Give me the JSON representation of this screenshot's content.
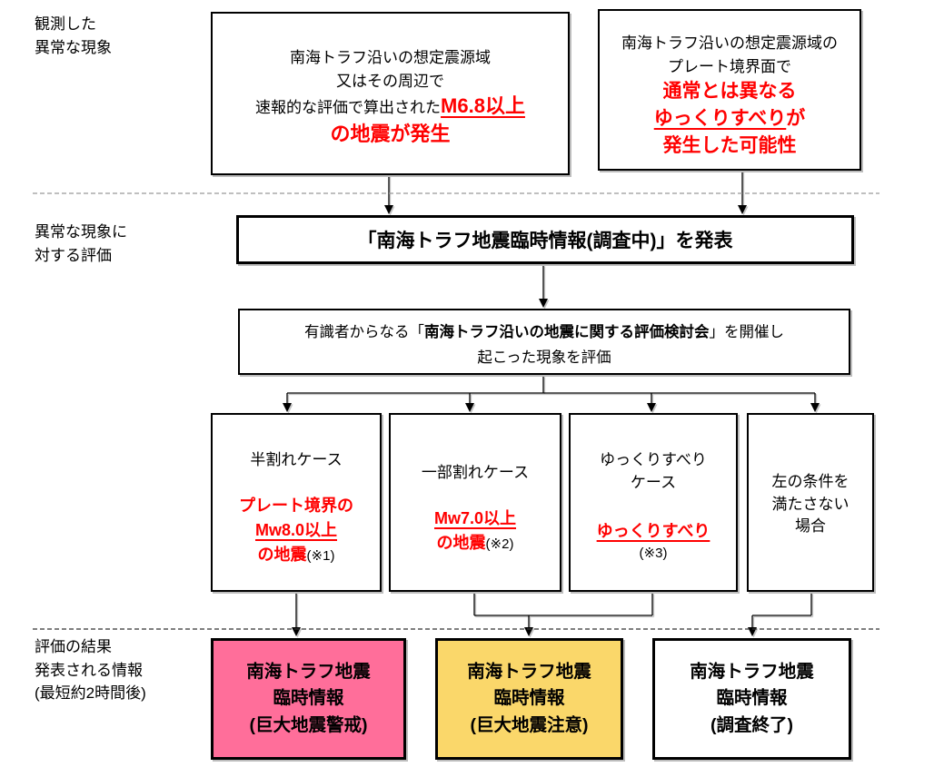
{
  "colors": {
    "red_text": "#FF0000",
    "pink_bg": "#FF6E9A",
    "yellow_bg": "#FAD76A",
    "box_border": "#000000",
    "shadow": "#BDBDBD",
    "dashed_top": "#999999",
    "dashed_bottom": "#333333"
  },
  "row_labels": {
    "observed": [
      "観測した",
      "異常な現象"
    ],
    "evaluation": [
      "異常な現象に",
      "対する評価"
    ],
    "result": [
      "評価の結果",
      "発表される情報",
      "(最短約2時間後)"
    ]
  },
  "observed_boxes": {
    "quake": {
      "line1": "南海トラフ沿いの想定震源域",
      "line2": "又はその周辺で",
      "line3_prefix": "速報的な評価で算出された",
      "line3_highlight": "M6.8以上",
      "line4": "の地震が発生"
    },
    "slowslip": {
      "line1": "南海トラフ沿いの想定震源域の",
      "line2": "プレート境界面で",
      "line3": "通常とは異なる",
      "line4_underlined": "ゆっくりすべり",
      "line4_suffix": "が",
      "line5": "発生した可能性"
    }
  },
  "announcement_box": {
    "text": "「南海トラフ地震臨時情報(調査中)」を発表"
  },
  "committee_box": {
    "line1_prefix": "有識者からなる「",
    "line1_bold": "南海トラフ沿いの地震に関する評価検討会",
    "line1_suffix": "」を開催し",
    "line2": "起こった現象を評価"
  },
  "case_boxes": [
    {
      "title1": "半割れケース",
      "red1": "プレート境界の",
      "red_underlined": "Mw8.0以上",
      "red_tail": "の地震",
      "note": "(※1)"
    },
    {
      "title1": "一部割れケース",
      "red_underlined": "Mw7.0以上",
      "red_tail": "の地震",
      "note": "(※2)"
    },
    {
      "title1": "ゆっくりすべり",
      "title2": "ケース",
      "red_underlined": "ゆっくりすべり",
      "note": "(※3)"
    },
    {
      "title1": "左の条件を",
      "title2": "満たさない",
      "title3": "場合"
    }
  ],
  "result_boxes": [
    {
      "line1": "南海トラフ地震",
      "line2": "臨時情報",
      "line3": "(巨大地震警戒)",
      "variant": "alert-pink"
    },
    {
      "line1": "南海トラフ地震",
      "line2": "臨時情報",
      "line3": "(巨大地震注意)",
      "variant": "caution-yellow"
    },
    {
      "line1": "南海トラフ地震",
      "line2": "臨時情報",
      "line3": "(調査終了)",
      "variant": "investigation-end-white"
    }
  ]
}
